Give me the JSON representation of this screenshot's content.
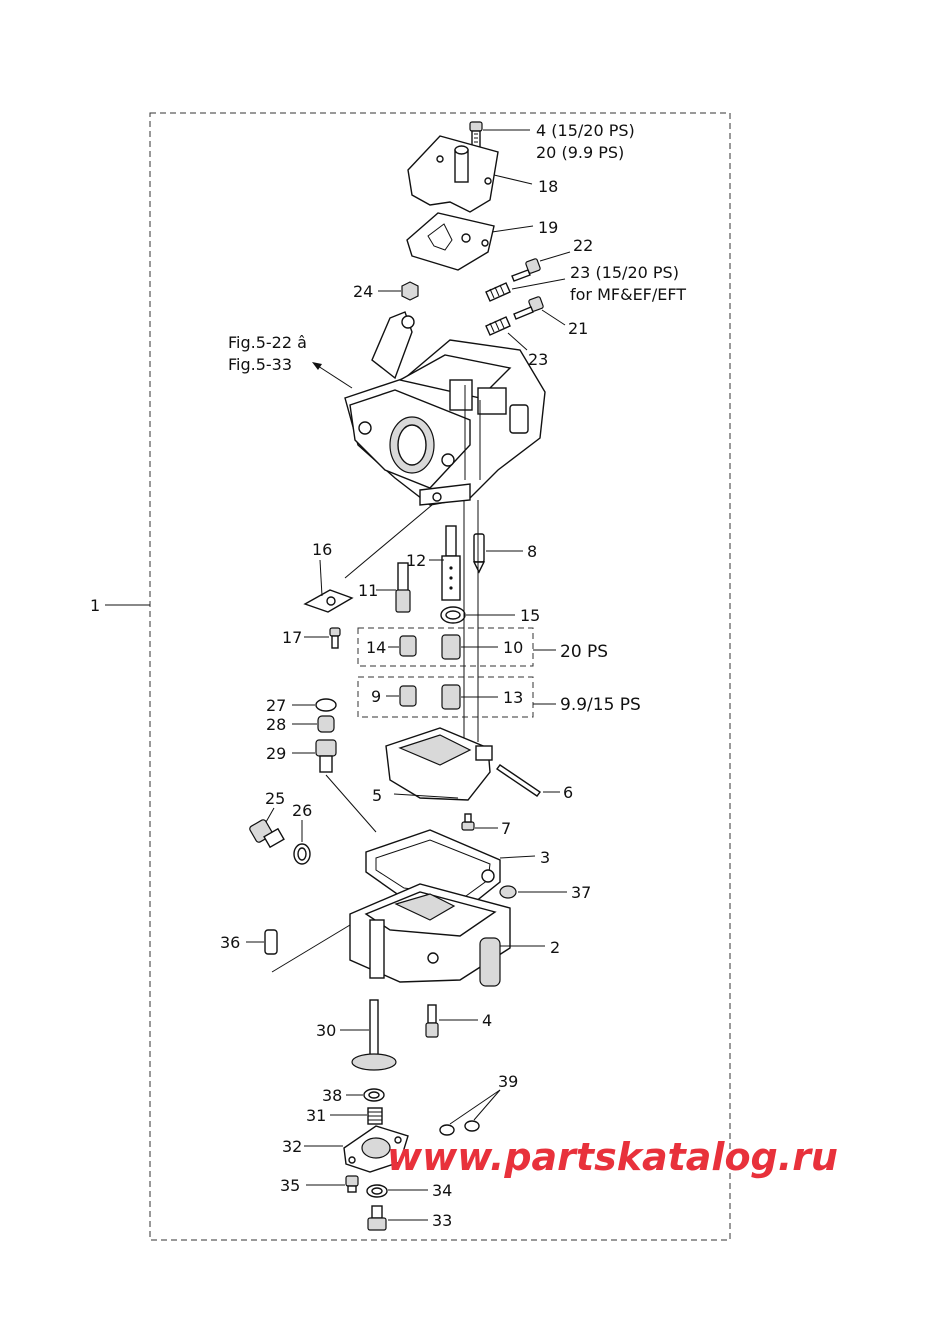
{
  "callouts": {
    "p1": "1",
    "p2": "2",
    "p3": "3",
    "p4_top": "4 (15/20 PS)",
    "p20_top": "20 (9.9 PS)",
    "p4_bottom": "4",
    "p5": "5",
    "p6": "6",
    "p7": "7",
    "p8": "8",
    "p9": "9",
    "p10": "10",
    "p11": "11",
    "p12": "12",
    "p13": "13",
    "p14": "14",
    "p15": "15",
    "p16": "16",
    "p17": "17",
    "p18": "18",
    "p19": "19",
    "p21": "21",
    "p22": "22",
    "p23a": "23 (15/20 PS)",
    "p23a_note": "for MF&EF/EFT",
    "p23b": "23",
    "p24": "24",
    "p25": "25",
    "p26": "26",
    "p27": "27",
    "p28": "28",
    "p29": "29",
    "p30": "30",
    "p31": "31",
    "p32": "32",
    "p33": "33",
    "p34": "34",
    "p35": "35",
    "p36": "36",
    "p37": "37",
    "p38": "38",
    "p39": "39"
  },
  "references": {
    "fig_line1": "Fig.5-22 â",
    "fig_line2": "Fig.5-33"
  },
  "groups": {
    "upper_box_label": "20 PS",
    "lower_box_label": "9.9/15 PS"
  },
  "watermark": {
    "text": "www.partskatalog.ru",
    "color": "#e8313b"
  }
}
